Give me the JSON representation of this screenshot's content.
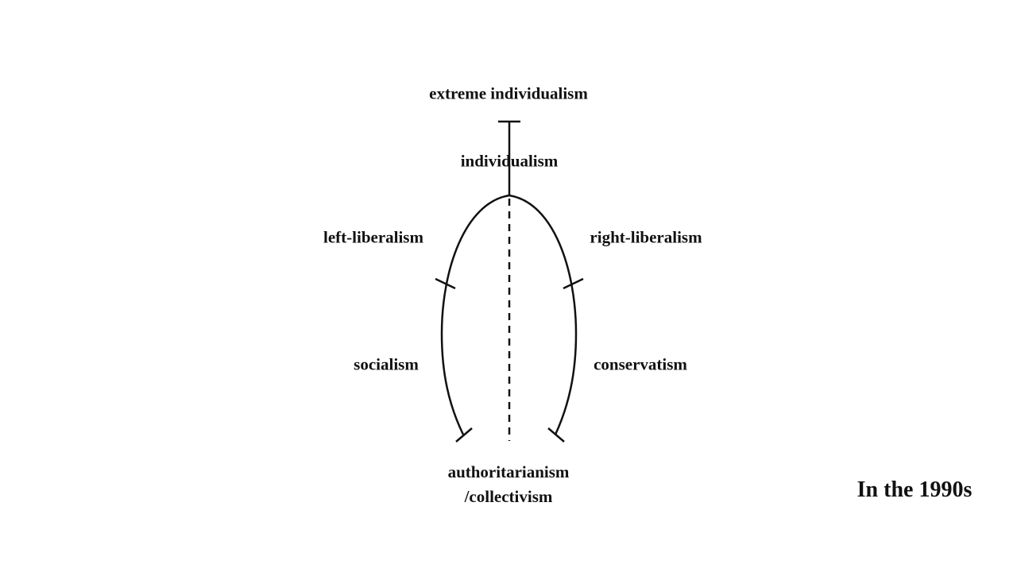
{
  "diagram": {
    "labels": {
      "extreme_individualism": "extreme individualism",
      "individualism": "individualism",
      "left_liberalism": "left-liberalism",
      "right_liberalism": "right-liberalism",
      "socialism": "socialism",
      "conservatism": "conservatism",
      "authoritarianism_line1": "authoritarianism",
      "authoritarianism_line2": "/collectivism"
    },
    "caption": "In the 1990s",
    "line_color": "#111111"
  }
}
